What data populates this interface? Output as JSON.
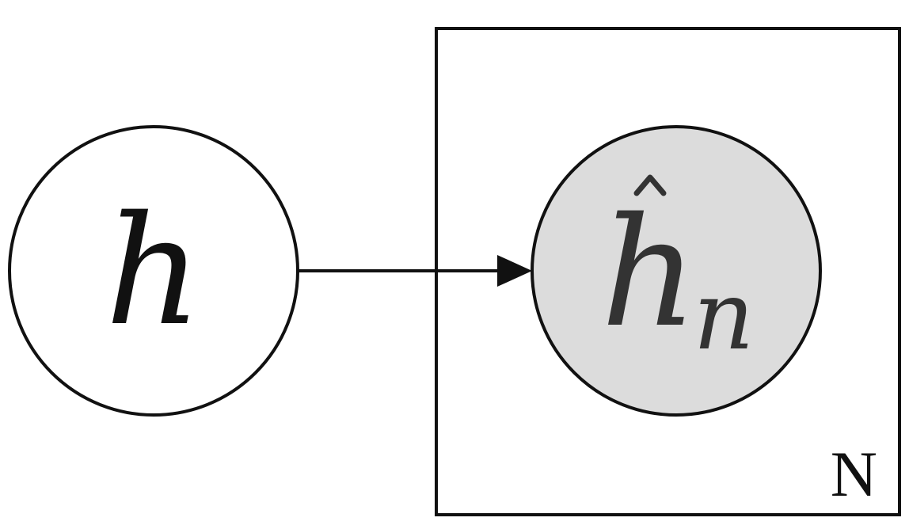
{
  "diagram": {
    "nodes": [
      {
        "id": "h",
        "symbol": "h",
        "subscript": "",
        "hat": false,
        "observed": false
      },
      {
        "id": "h_hat_n",
        "symbol": "h",
        "subscript": "n",
        "hat": true,
        "observed": true
      }
    ],
    "edges": [
      {
        "from": "h",
        "to": "h_hat_n",
        "directed": true
      }
    ],
    "plate": {
      "label": "N",
      "contains": [
        "h_hat_n"
      ]
    },
    "colors": {
      "stroke": "#111111",
      "observed_fill": "#dcdcdc",
      "latent_fill": "#ffffff",
      "background": "#ffffff"
    }
  }
}
